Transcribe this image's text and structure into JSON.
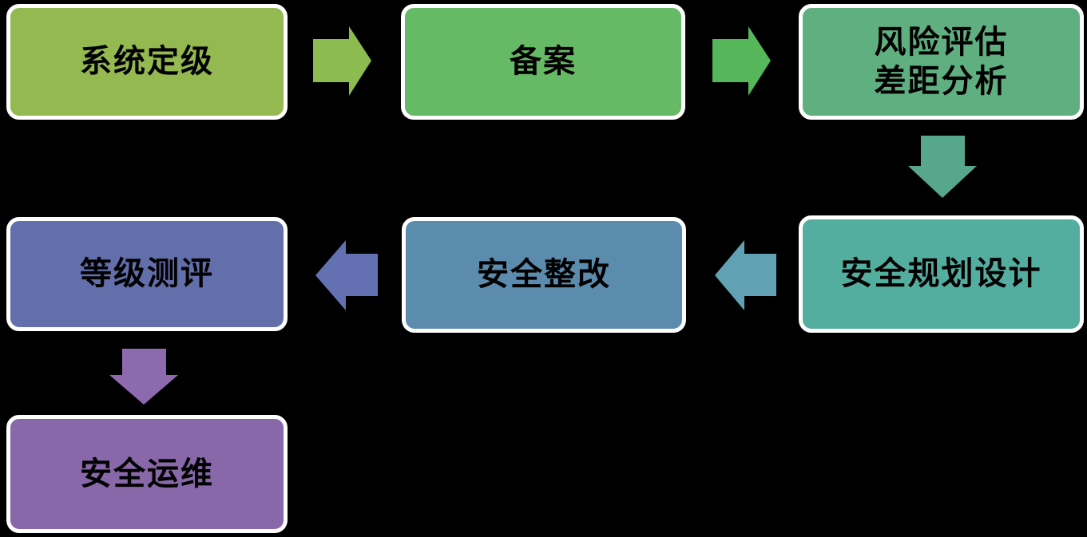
{
  "canvas": {
    "background_color": "#000000",
    "node_border_color": "#FFFFFF",
    "node_text_color": "#000000"
  },
  "nodes": [
    {
      "id": "system-grading",
      "label": "系统定级",
      "color": "#95B951"
    },
    {
      "id": "filing",
      "label": "备案",
      "color": "#67BA65"
    },
    {
      "id": "risk-assessment-gap-analysis",
      "label": "风险评估\n差距分析",
      "color": "#5FAF80"
    },
    {
      "id": "security-planning-design",
      "label": "安全规划设计",
      "color": "#54AEA0"
    },
    {
      "id": "security-rectification",
      "label": "安全整改",
      "color": "#5C8CAD"
    },
    {
      "id": "level-evaluation",
      "label": "等级测评",
      "color": "#636FAB"
    },
    {
      "id": "security-operations",
      "label": "安全运维",
      "color": "#8868A9"
    }
  ],
  "arrows": [
    {
      "id": "arrow-grading-to-filing",
      "direction": "right",
      "color": "#8CBC4F"
    },
    {
      "id": "arrow-filing-to-risk",
      "direction": "right",
      "color": "#55B65A"
    },
    {
      "id": "arrow-risk-to-planning",
      "direction": "down",
      "color": "#56A78B"
    },
    {
      "id": "arrow-planning-to-rectification",
      "direction": "left",
      "color": "#61A1B4"
    },
    {
      "id": "arrow-rectification-to-evaluation",
      "direction": "left",
      "color": "#6370B2"
    },
    {
      "id": "arrow-evaluation-to-operations",
      "direction": "down",
      "color": "#8C6AAD"
    }
  ]
}
